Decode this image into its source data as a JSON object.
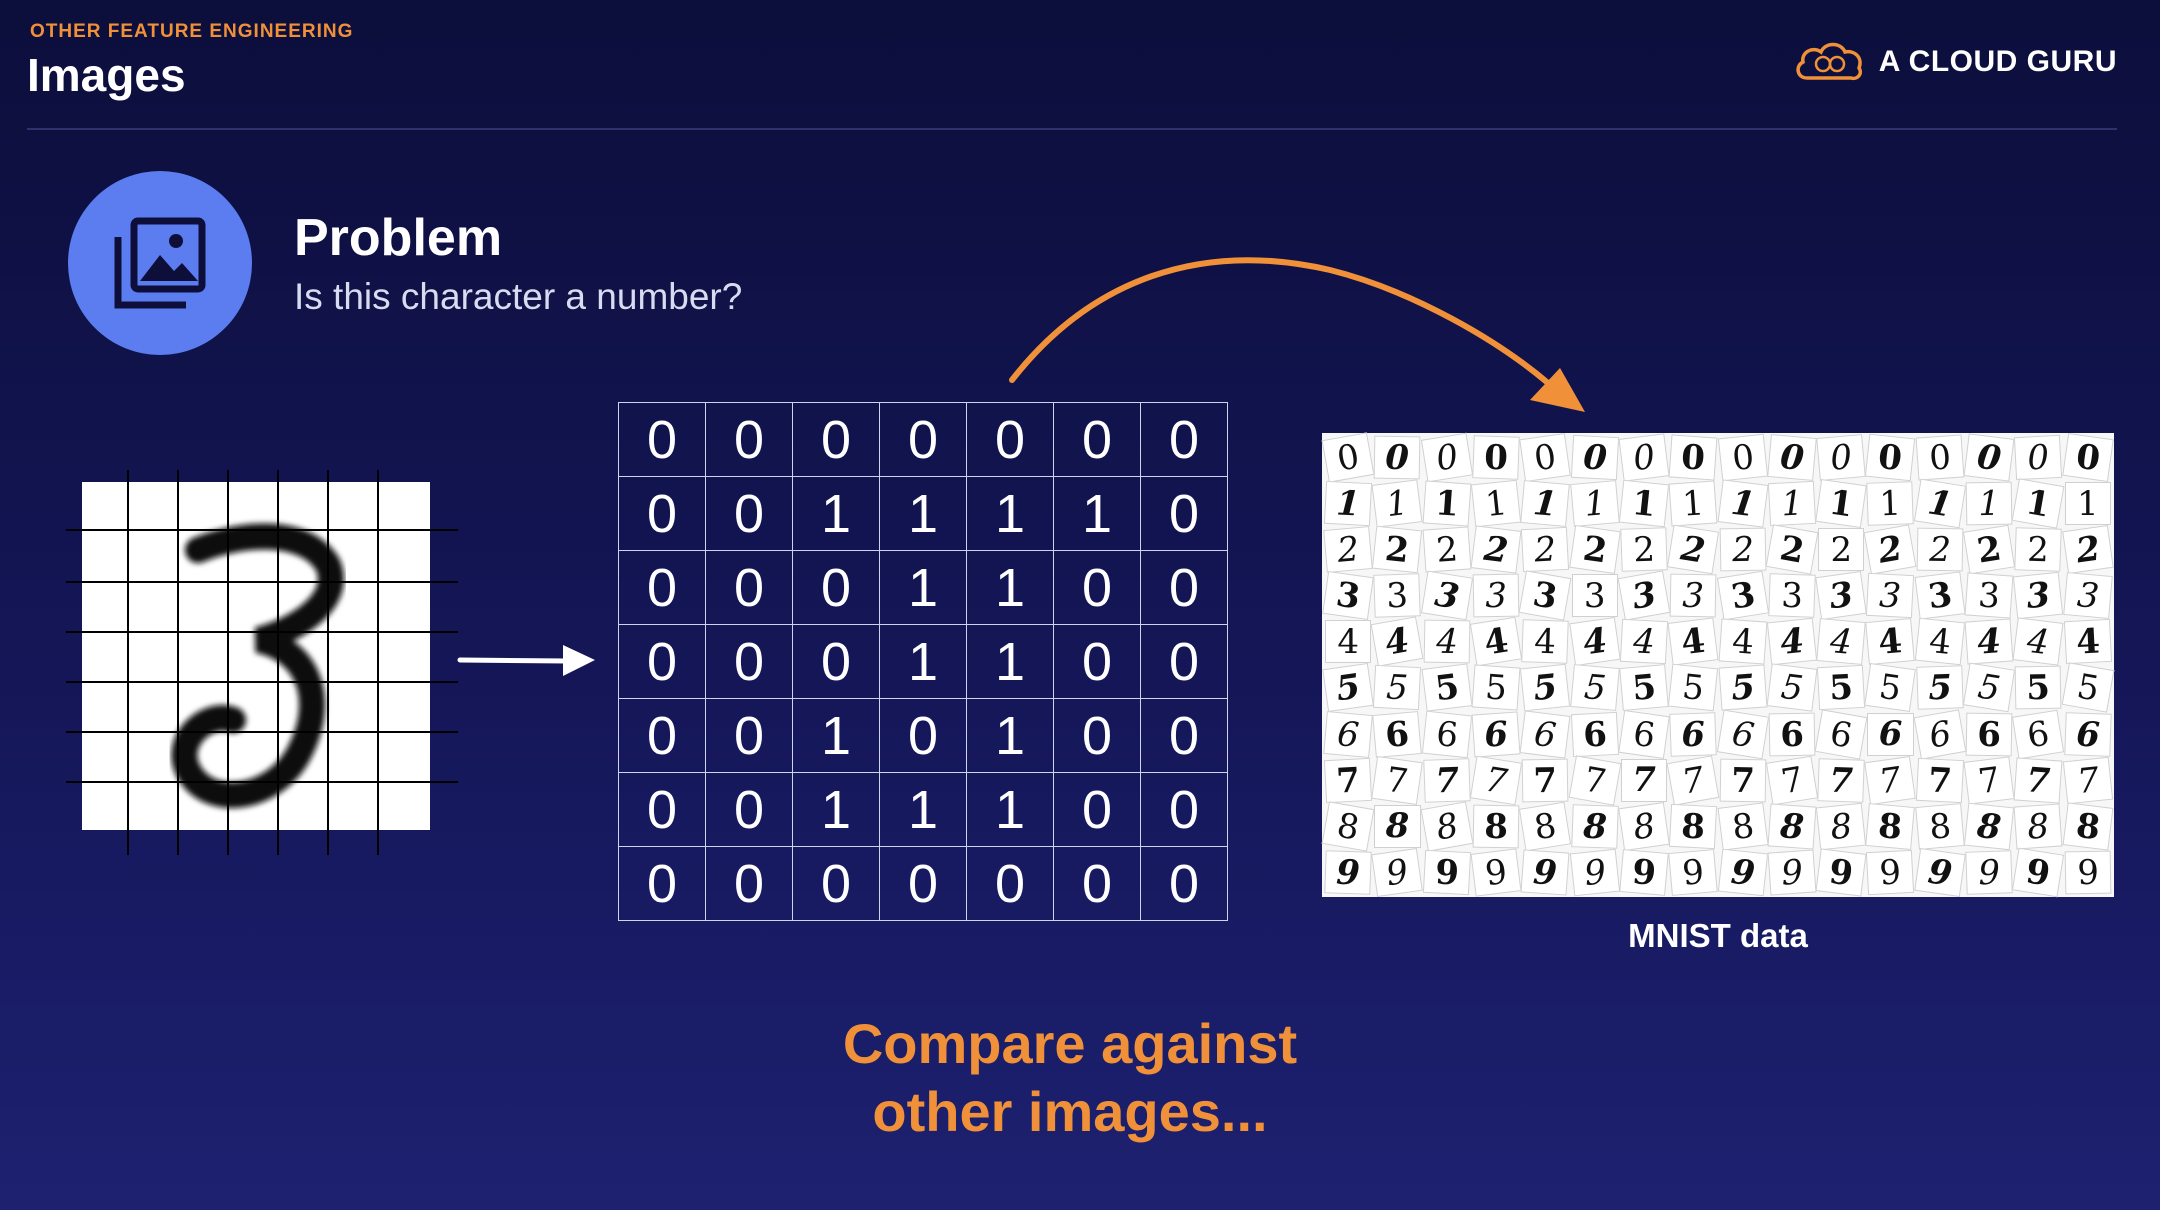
{
  "header": {
    "section_label": "OTHER FEATURE ENGINEERING",
    "title": "Images",
    "brand": "A CLOUD GURU"
  },
  "problem": {
    "title": "Problem",
    "question": "Is this character a number?",
    "icon": "image-gallery-icon"
  },
  "digit_image": {
    "digit": "3",
    "icon": "handwritten-digit-image"
  },
  "matrix": [
    [
      "0",
      "0",
      "0",
      "0",
      "0",
      "0",
      "0"
    ],
    [
      "0",
      "0",
      "1",
      "1",
      "1",
      "1",
      "0"
    ],
    [
      "0",
      "0",
      "0",
      "1",
      "1",
      "0",
      "0"
    ],
    [
      "0",
      "0",
      "0",
      "1",
      "1",
      "0",
      "0"
    ],
    [
      "0",
      "0",
      "1",
      "0",
      "1",
      "0",
      "0"
    ],
    [
      "0",
      "0",
      "1",
      "1",
      "1",
      "0",
      "0"
    ],
    [
      "0",
      "0",
      "0",
      "0",
      "0",
      "0",
      "0"
    ]
  ],
  "mnist": {
    "caption": "MNIST data",
    "rows": [
      "0",
      "1",
      "2",
      "3",
      "4",
      "5",
      "6",
      "7",
      "8",
      "9"
    ],
    "columns": 16
  },
  "callout": {
    "line1": "Compare against",
    "line2": "other images..."
  },
  "colors": {
    "accent": "#f0913a",
    "icon_circle": "#5b7df0",
    "background": "#141657"
  }
}
